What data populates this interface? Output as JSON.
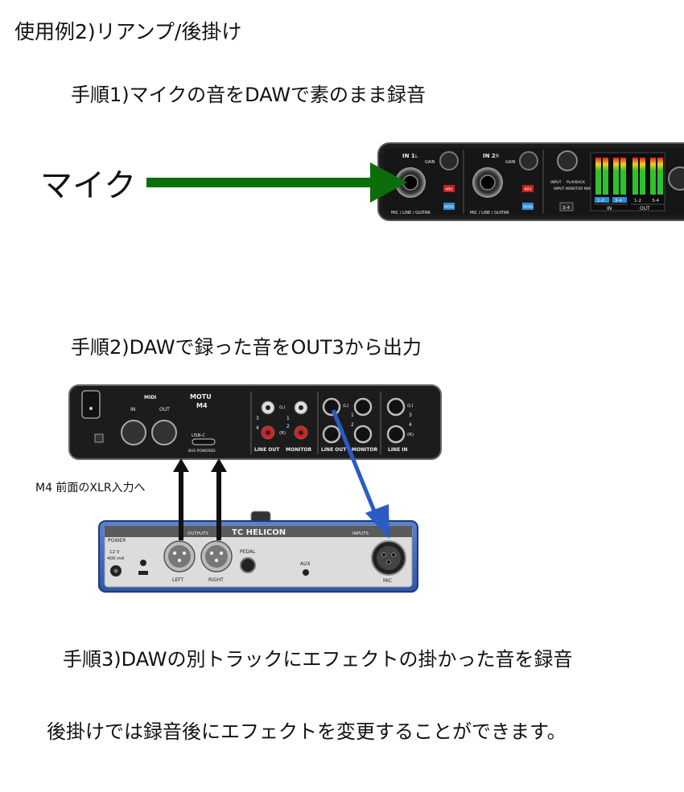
{
  "title": "使用例2)リアンプ/後掛け",
  "steps": {
    "step1": "手順1)マイクの音をDAWで素のまま録音",
    "step2": "手順2)DAWで録った音をOUT3から出力",
    "step3": "手順3)DAWの別トラックにエフェクトの掛かった音を録音"
  },
  "mic_label": "マイク",
  "xlr_note": "M4 前面のXLR入力へ",
  "footer": "後掛けでは録音後にエフェクトを変更することができます。",
  "interface_top": {
    "in1": "IN 1",
    "in1_side": "L",
    "in2": "IN 2",
    "in2_side": "R",
    "gain": "GAIN",
    "pad": "48V",
    "mon": "MON",
    "jack_caption": "MIC / LINE / GUITAR",
    "input": "INPUT",
    "playback": "PLAYBACK",
    "monitor_mix": "INPUT MONITOR MIX",
    "mix_btn": "3-4",
    "meter_1_2": "1-2",
    "meter_3_4": "3-4",
    "in": "IN",
    "out": "OUT"
  },
  "m4_rear": {
    "midi": "MIDI",
    "midi_in": "IN",
    "midi_out": "OUT",
    "brand": "MOTU",
    "model": "M4",
    "usb": "USB-C",
    "bus_powered": "BUS POWERED",
    "line_out": "LINE OUT",
    "monitor": "MONITOR",
    "line_in": "LINE IN",
    "ch_l": "(L)",
    "ch_r": "(R)",
    "n1": "1",
    "n2": "2",
    "n3": "3",
    "n4": "4"
  },
  "tc_helicon": {
    "brand": "TC HELICON",
    "power": "POWER",
    "voltage": "12 V",
    "current": "400 mA",
    "outputs": "OUTPUTS",
    "inputs": "INPUTS",
    "left": "LEFT",
    "right": "RIGHT",
    "pedal": "PEDAL",
    "aux": "AUX",
    "mic": "MIC"
  },
  "colors": {
    "green_arrow": "#0b6e0b",
    "blue_arrow": "#2a5cc4",
    "device_dark": "#1c1c1c",
    "tc_blue": "#3a63b8",
    "meter_green": "#2ec22e",
    "meter_yellow": "#f0d020",
    "meter_red": "#e02020",
    "mon_blue": "#2a8ed8",
    "pad_red": "#c42020"
  }
}
